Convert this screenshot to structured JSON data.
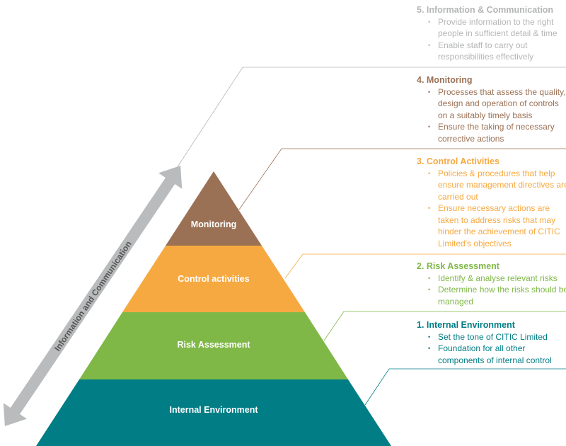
{
  "pyramid": {
    "tiers": [
      {
        "label": "Monitoring",
        "color": "#9b7155"
      },
      {
        "label": "Control activities",
        "color": "#f7a941"
      },
      {
        "label": "Risk Assessment",
        "color": "#80b848"
      },
      {
        "label": "Internal Environment",
        "color": "#007d85"
      }
    ]
  },
  "arrow": {
    "label": "Information and Communication",
    "color": "#b9bbbc"
  },
  "sections": [
    {
      "title": "5. Information & Communication",
      "color": "#b4b6b7",
      "bullets": [
        "Provide information to the right people in sufficient detail & time",
        "Enable staff to carry out responsibilities effectively"
      ]
    },
    {
      "title": "4. Monitoring",
      "color": "#9b7155",
      "bullets": [
        "Processes that assess the quality, design and operation of controls on a suitably timely basis",
        "Ensure the taking of necessary corrective actions"
      ]
    },
    {
      "title": "3. Control Activities",
      "color": "#f7a941",
      "bullets": [
        "Policies & procedures that help ensure management directives are carried out",
        "Ensure necessary actions are taken to address risks that may hinder the achievement of CITIC Limited's objectives"
      ]
    },
    {
      "title": "2. Risk Assessment",
      "color": "#80b848",
      "bullets": [
        "Identify & analyse relevant risks",
        "Determine how the risks should be managed"
      ]
    },
    {
      "title": "1. Internal Environment",
      "color": "#007d85",
      "bullets": [
        "Set the tone of CITIC Limited",
        "Foundation for all other components of internal control"
      ]
    }
  ]
}
